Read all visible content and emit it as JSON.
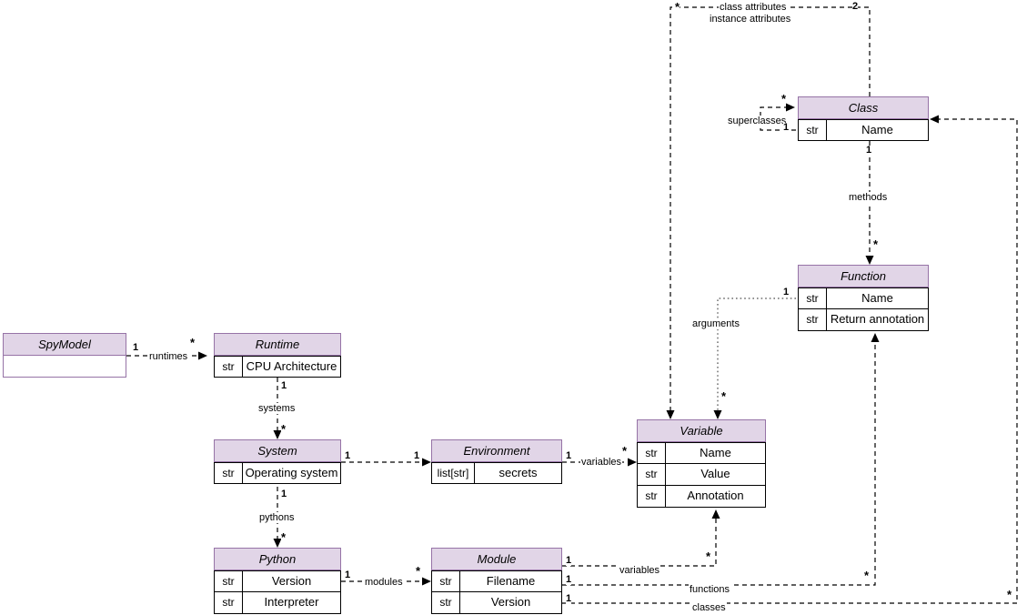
{
  "diagram": {
    "title": "SpyModel UML class diagram",
    "accent_header_fill": "#e1d5e7",
    "accent_header_border": "#9673a6",
    "body_border": "#000000",
    "background": "#ffffff"
  },
  "classes": [
    {
      "id": "spymodel",
      "name": "SpyModel",
      "attributes": []
    },
    {
      "id": "runtime",
      "name": "Runtime",
      "attributes": [
        {
          "type": "str",
          "name": "CPU Architecture"
        }
      ]
    },
    {
      "id": "system",
      "name": "System",
      "attributes": [
        {
          "type": "str",
          "name": "Operating system"
        }
      ]
    },
    {
      "id": "environment",
      "name": "Environment",
      "attributes": [
        {
          "type": "list[str]",
          "name": "secrets"
        }
      ]
    },
    {
      "id": "python",
      "name": "Python",
      "attributes": [
        {
          "type": "str",
          "name": "Version"
        },
        {
          "type": "str",
          "name": "Interpreter"
        }
      ]
    },
    {
      "id": "module",
      "name": "Module",
      "attributes": [
        {
          "type": "str",
          "name": "Filename"
        },
        {
          "type": "str",
          "name": "Version"
        }
      ]
    },
    {
      "id": "variable",
      "name": "Variable",
      "attributes": [
        {
          "type": "str",
          "name": "Name"
        },
        {
          "type": "str",
          "name": "Value"
        },
        {
          "type": "str",
          "name": "Annotation"
        }
      ]
    },
    {
      "id": "function",
      "name": "Function",
      "attributes": [
        {
          "type": "str",
          "name": "Name"
        },
        {
          "type": "str",
          "name": "Return annotation"
        }
      ]
    },
    {
      "id": "class",
      "name": "Class",
      "attributes": [
        {
          "type": "str",
          "name": "Name"
        }
      ]
    }
  ],
  "relations": [
    {
      "id": "runtimes",
      "label": "runtimes",
      "source": "spymodel",
      "target": "runtime",
      "source_mult": "1",
      "target_mult": "*"
    },
    {
      "id": "systems",
      "label": "systems",
      "source": "runtime",
      "target": "system",
      "source_mult": "1",
      "target_mult": "*"
    },
    {
      "id": "environment",
      "label": "",
      "source": "system",
      "target": "environment",
      "source_mult": "1",
      "target_mult": "1"
    },
    {
      "id": "pythons",
      "label": "pythons",
      "source": "system",
      "target": "python",
      "source_mult": "1",
      "target_mult": "*"
    },
    {
      "id": "env-variables",
      "label": "variables",
      "source": "environment",
      "target": "variable",
      "source_mult": "1",
      "target_mult": "*"
    },
    {
      "id": "modules",
      "label": "modules",
      "source": "python",
      "target": "module",
      "source_mult": "1",
      "target_mult": "*"
    },
    {
      "id": "module-variables",
      "label": "variables",
      "source": "module",
      "target": "variable",
      "source_mult": "1",
      "target_mult": "*"
    },
    {
      "id": "module-functions",
      "label": "functions",
      "source": "module",
      "target": "function",
      "source_mult": "1",
      "target_mult": "*"
    },
    {
      "id": "module-classes",
      "label": "classes",
      "source": "module",
      "target": "class",
      "source_mult": "1",
      "target_mult": "*"
    },
    {
      "id": "class-attributes",
      "label": "class attributes",
      "source": "class",
      "target": "variable",
      "source_mult": "2",
      "target_mult": "*"
    },
    {
      "id": "instance-attributes",
      "label": "instance attributes",
      "source": "class",
      "target": "variable",
      "source_mult": "2",
      "target_mult": "*"
    },
    {
      "id": "methods",
      "label": "methods",
      "source": "class",
      "target": "function",
      "source_mult": "1",
      "target_mult": "*"
    },
    {
      "id": "arguments",
      "label": "arguments",
      "source": "function",
      "target": "variable",
      "source_mult": "1",
      "target_mult": "*"
    },
    {
      "id": "superclasses",
      "label": "superclasses",
      "source": "class",
      "target": "class",
      "source_mult": "1",
      "target_mult": "*"
    }
  ],
  "labels": {
    "runtimes": "runtimes",
    "systems": "systems",
    "pythons": "pythons",
    "modules": "modules",
    "env_variables": "variables",
    "module_variables": "variables",
    "module_functions": "functions",
    "module_classes": "classes",
    "class_attributes": "class attributes",
    "instance_attributes": "instance attributes",
    "methods": "methods",
    "arguments": "arguments",
    "superclasses": "superclasses"
  },
  "multiplicities": {
    "one": "1",
    "two": "2",
    "many": "*"
  }
}
